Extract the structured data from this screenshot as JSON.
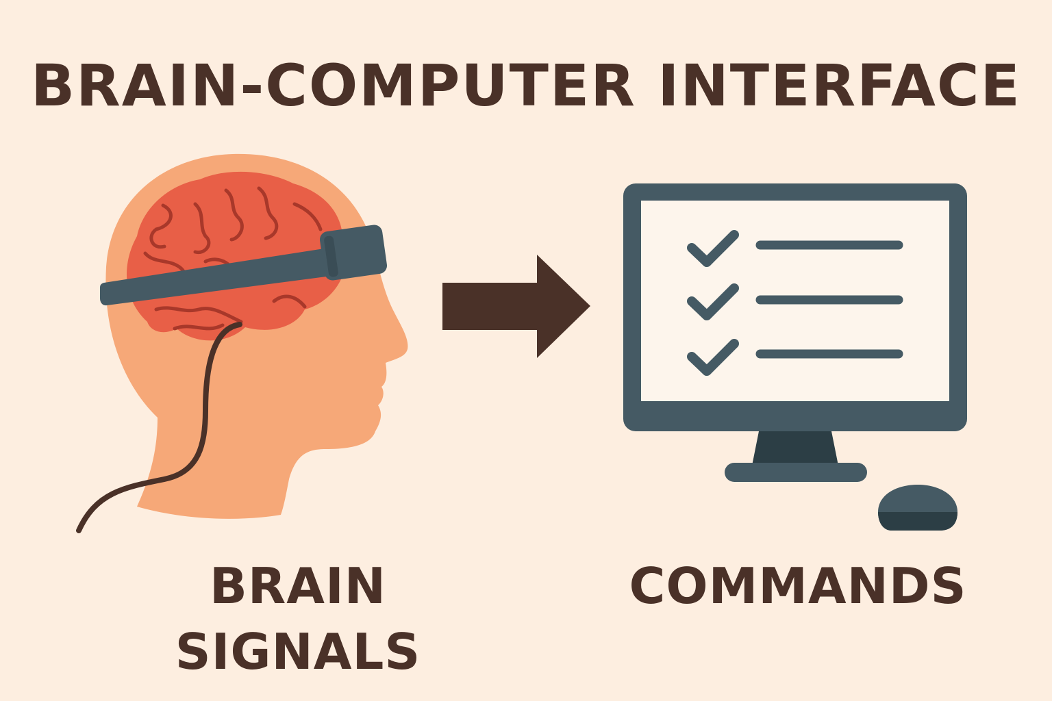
{
  "diagram": {
    "title": "BRAIN-COMPUTER INTERFACE",
    "left_label": "BRAIN SIGNALS",
    "right_label": "COMMANDS",
    "checklist_item_count": 3
  },
  "icons": {
    "head": "head-profile-icon",
    "brain": "brain-icon",
    "headband": "eeg-headband-icon",
    "cable": "cable-icon",
    "arrow": "arrow-right-icon",
    "monitor": "monitor-icon",
    "checkmark": "checkmark-icon",
    "mouse": "mouse-icon"
  },
  "colors": {
    "background": "#fdeee0",
    "text": "#4a3128",
    "skin": "#f6a878",
    "brain": "#e85f47",
    "brain_outline": "#a8382a",
    "device": "#455a64",
    "device_dark": "#2c3e45",
    "screen": "#fdf5ec",
    "arrow": "#4a3128"
  }
}
